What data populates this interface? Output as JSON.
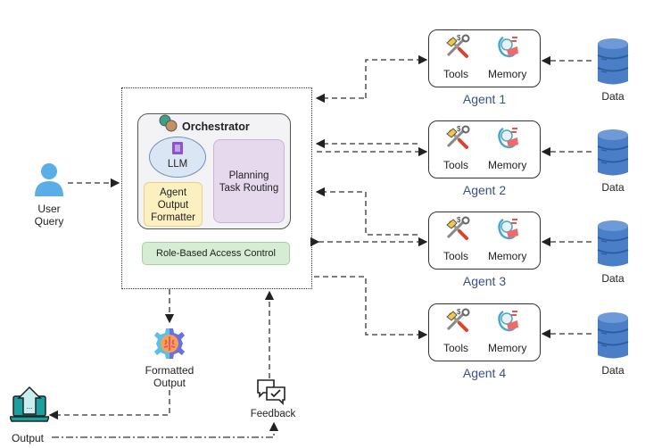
{
  "user_query": {
    "label_line1": "User",
    "label_line2": "Query"
  },
  "orchestrator": {
    "title": "Orchestrator",
    "llm_label": "LLM",
    "formatter": {
      "line1": "Agent",
      "line2": "Output",
      "line3": "Formatter"
    },
    "planning": {
      "line1": "Planning",
      "line2": "Task Routing"
    },
    "rbac_label": "Role-Based Access Control"
  },
  "agents": [
    {
      "name": "Agent 1",
      "tools_label": "Tools",
      "memory_label": "Memory",
      "data_label": "Data"
    },
    {
      "name": "Agent 2",
      "tools_label": "Tools",
      "memory_label": "Memory",
      "data_label": "Data"
    },
    {
      "name": "Agent 3",
      "tools_label": "Tools",
      "memory_label": "Memory",
      "data_label": "Data"
    },
    {
      "name": "Agent 4",
      "tools_label": "Tools",
      "memory_label": "Memory",
      "data_label": "Data"
    }
  ],
  "formatted_output": {
    "line1": "Formatted",
    "line2": "Output"
  },
  "feedback_label": "Feedback",
  "output_label": "Output",
  "colors": {
    "agent_label": "#3d4f86",
    "database": "#4a7fc8",
    "user": "#5aaee8",
    "rbac": "#d6ecd3",
    "formatter": "#fcefc0",
    "planning": "#e6d9ee",
    "llm": "#dbe6f5"
  }
}
